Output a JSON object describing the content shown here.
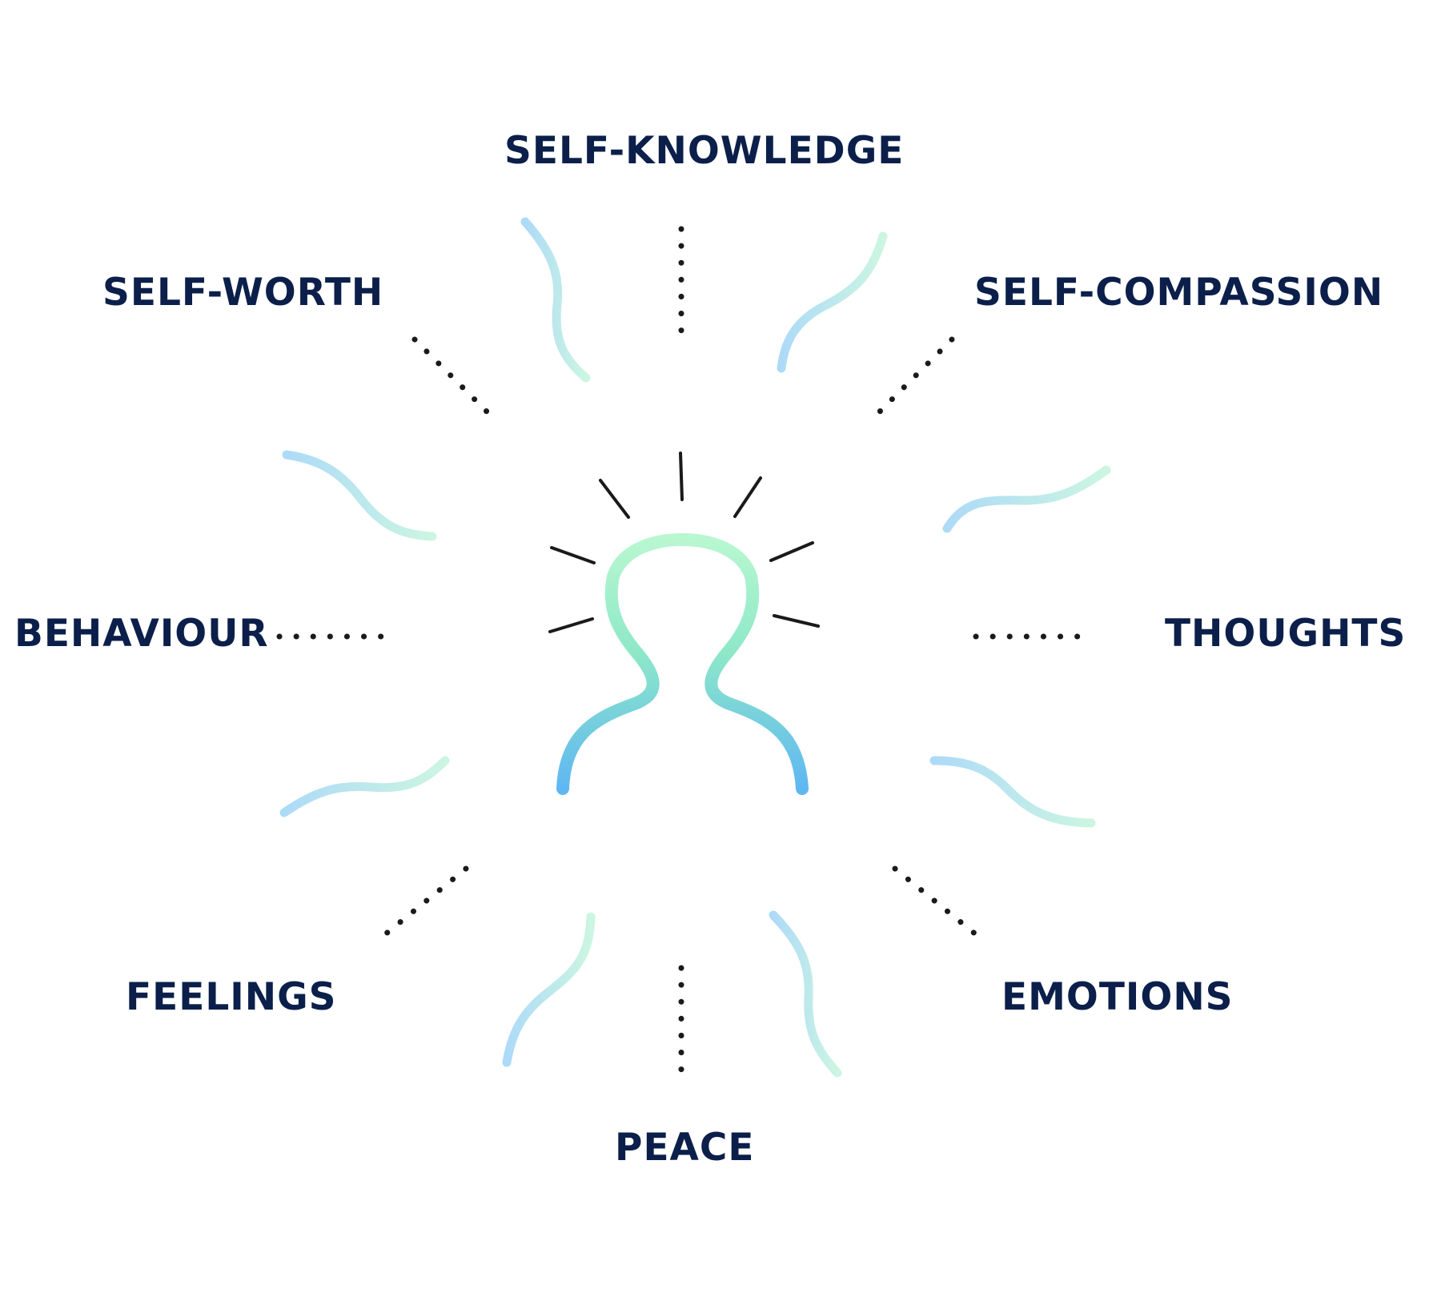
{
  "labels": {
    "self_knowledge": "SELF-KNOWLEDGE",
    "self_worth": "SELF-WORTH",
    "self_compassion": "SELF-COMPASSION",
    "behaviour": "BEHAVIOUR",
    "thoughts": "THOUGHTS",
    "feelings": "FEELINGS",
    "emotions": "EMOTIONS",
    "peace": "PEACE"
  },
  "colors": {
    "label_text": "#0b1f4a",
    "dots": "#1a1a1a",
    "rays": "#1a1a1a",
    "gradient_green": "#b8f7d0",
    "gradient_teal": "#8ee8c8",
    "gradient_blue": "#5fb7f2",
    "wave_blue": "#a9d8f7",
    "wave_mint": "#c9f5e0"
  },
  "icons": {
    "center": "person-silhouette-icon",
    "rays": "light-rays",
    "waves": "wave-strokes",
    "connectors": "dotted-lines"
  }
}
